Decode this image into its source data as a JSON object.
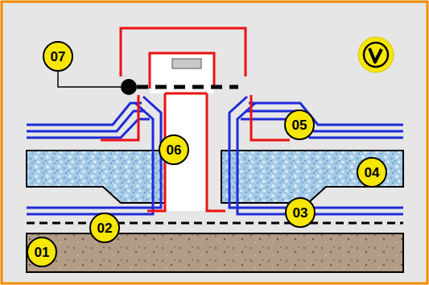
{
  "diagram": {
    "nodes": [
      {
        "text": [
          "07"
        ]
      },
      {
        "text": [
          "05"
        ]
      },
      {
        "text": [
          "06"
        ]
      },
      {
        "text": [
          "04"
        ]
      },
      {
        "text": [
          "02"
        ]
      },
      {
        "text": [
          "03"
        ]
      },
      {
        "text": [
          "01"
        ]
      }
    ]
  }
}
